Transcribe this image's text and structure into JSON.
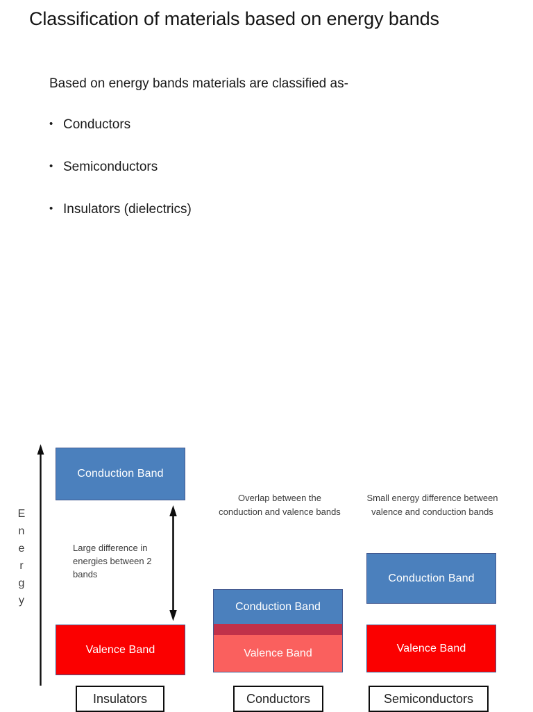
{
  "slide": {
    "title": "Classification of materials based on energy bands",
    "lead_text": "Based on energy bands materials are classified as-",
    "bullets": [
      {
        "marker": "•",
        "label": "Conductors"
      },
      {
        "marker": "•",
        "label": "Semiconductors"
      },
      {
        "marker": "•",
        "label": "Insulators (dielectrics)"
      }
    ]
  },
  "diagram": {
    "axis": {
      "label": "Energy",
      "letters": [
        "E",
        "n",
        "e",
        "r",
        "g",
        "y"
      ],
      "direction": "up"
    },
    "columns": [
      {
        "name": "insulators",
        "bottom_label": "Insulators",
        "caption": "",
        "annotation": "Large difference in energies between 2 bands",
        "bands": [
          {
            "label": "Conduction Band",
            "color": "#4b80bd"
          },
          {
            "label": "Valence Band",
            "color": "#fb0000"
          }
        ],
        "gap": "large"
      },
      {
        "name": "conductors",
        "bottom_label": "Conductors",
        "caption": "Overlap between the conduction and valence bands",
        "annotation": "",
        "bands": [
          {
            "label": "Conduction Band",
            "color": "#4b80bd"
          },
          {
            "label": "",
            "color": "#c1314a"
          },
          {
            "label": "Valence Band",
            "color": "#fa605e"
          }
        ],
        "gap": "overlap"
      },
      {
        "name": "semiconductors",
        "bottom_label": "Semiconductors",
        "caption": "Small energy difference between valence and conduction bands",
        "annotation": "",
        "bands": [
          {
            "label": "Conduction Band",
            "color": "#4b80bd"
          },
          {
            "label": "Valence Band",
            "color": "#fb0000"
          }
        ],
        "gap": "small"
      }
    ]
  },
  "colors": {
    "conduction_band": "#4b80bd",
    "valence_band": "#fb0000",
    "valence_band_light": "#fa605e",
    "overlap_strip": "#c1314a",
    "box_border": "#41588f",
    "label_border": "#0d0d0d",
    "background": "#ffffff",
    "text": "#1a1a1a",
    "caption_text": "#3b3b3b"
  }
}
